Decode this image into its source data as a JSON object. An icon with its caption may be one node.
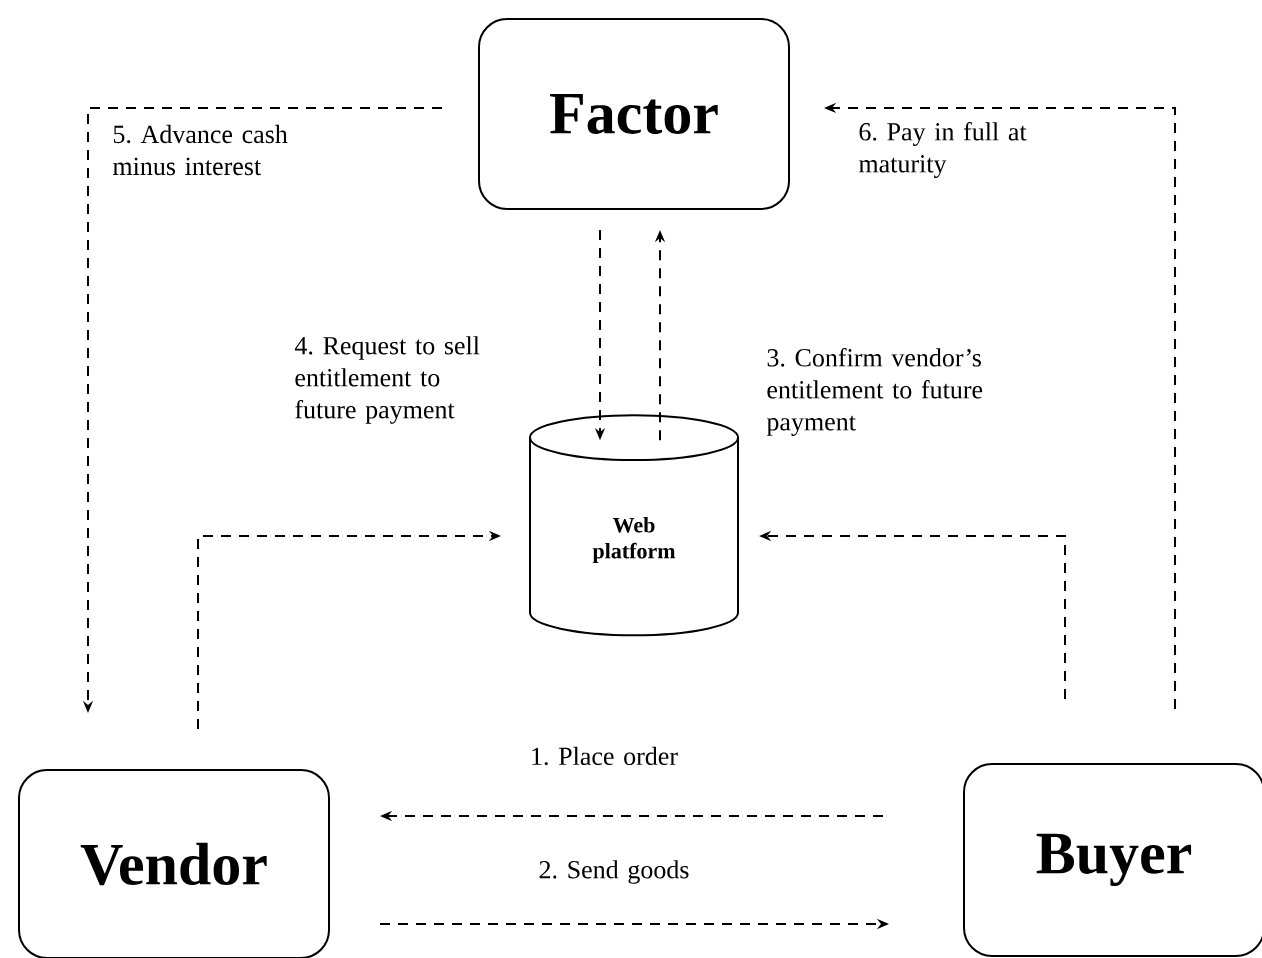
{
  "diagram": {
    "nodes": [
      {
        "text": [
          "Factor"
        ]
      },
      {
        "text": [
          "Web platform"
        ]
      },
      {
        "text": [
          "Vendor"
        ]
      },
      {
        "text": [
          "Buyer"
        ]
      }
    ],
    "edges": [
      {
        "from": 0,
        "to": 2,
        "arrow": "to",
        "style": "dashed",
        "label": "5. Advance cash minus interest"
      },
      {
        "from": 3,
        "to": 0,
        "arrow": "to",
        "style": "dashed",
        "label": "6. Pay in full at maturity"
      },
      {
        "from": 0,
        "to": 1,
        "arrow": "to",
        "style": "dashed",
        "label": "4. Request to sell entitlement to future payment"
      },
      {
        "from": 1,
        "to": 0,
        "arrow": "to",
        "style": "dashed",
        "label": "3. Confirm vendor’s entitlement to future payment"
      },
      {
        "from": 2,
        "to": 1,
        "arrow": "to",
        "style": "dashed"
      },
      {
        "from": 3,
        "to": 1,
        "arrow": "to",
        "style": "dashed"
      },
      {
        "from": 3,
        "to": 2,
        "arrow": "to",
        "style": "dashed",
        "label": "1. Place order"
      },
      {
        "from": 2,
        "to": 3,
        "arrow": "to",
        "style": "dashed",
        "label": "2. Send goods"
      }
    ]
  }
}
